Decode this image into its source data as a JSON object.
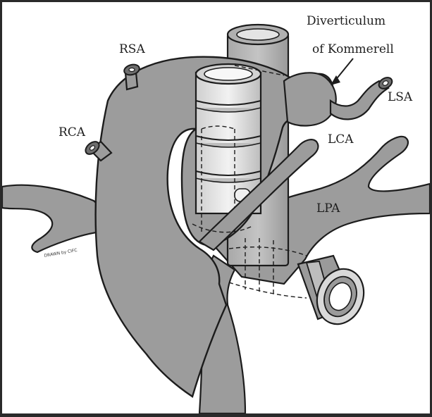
{
  "colors": {
    "vessel": "#9c9c9c",
    "vessel_dark": "#858585",
    "outline": "#1c1c1c",
    "trachea_light": "#e8e8e8",
    "trachea_mid": "#cfcfcf",
    "background": "#ffffff"
  },
  "labels": {
    "diverticulum_line1": "Diverticulum",
    "diverticulum_line2": "of Kommerell",
    "rsa": "RSA",
    "rca": "RCA",
    "lca": "LCA",
    "lsa": "LSA",
    "lpa": "LPA",
    "credit": "DRAWN by CIFC"
  }
}
